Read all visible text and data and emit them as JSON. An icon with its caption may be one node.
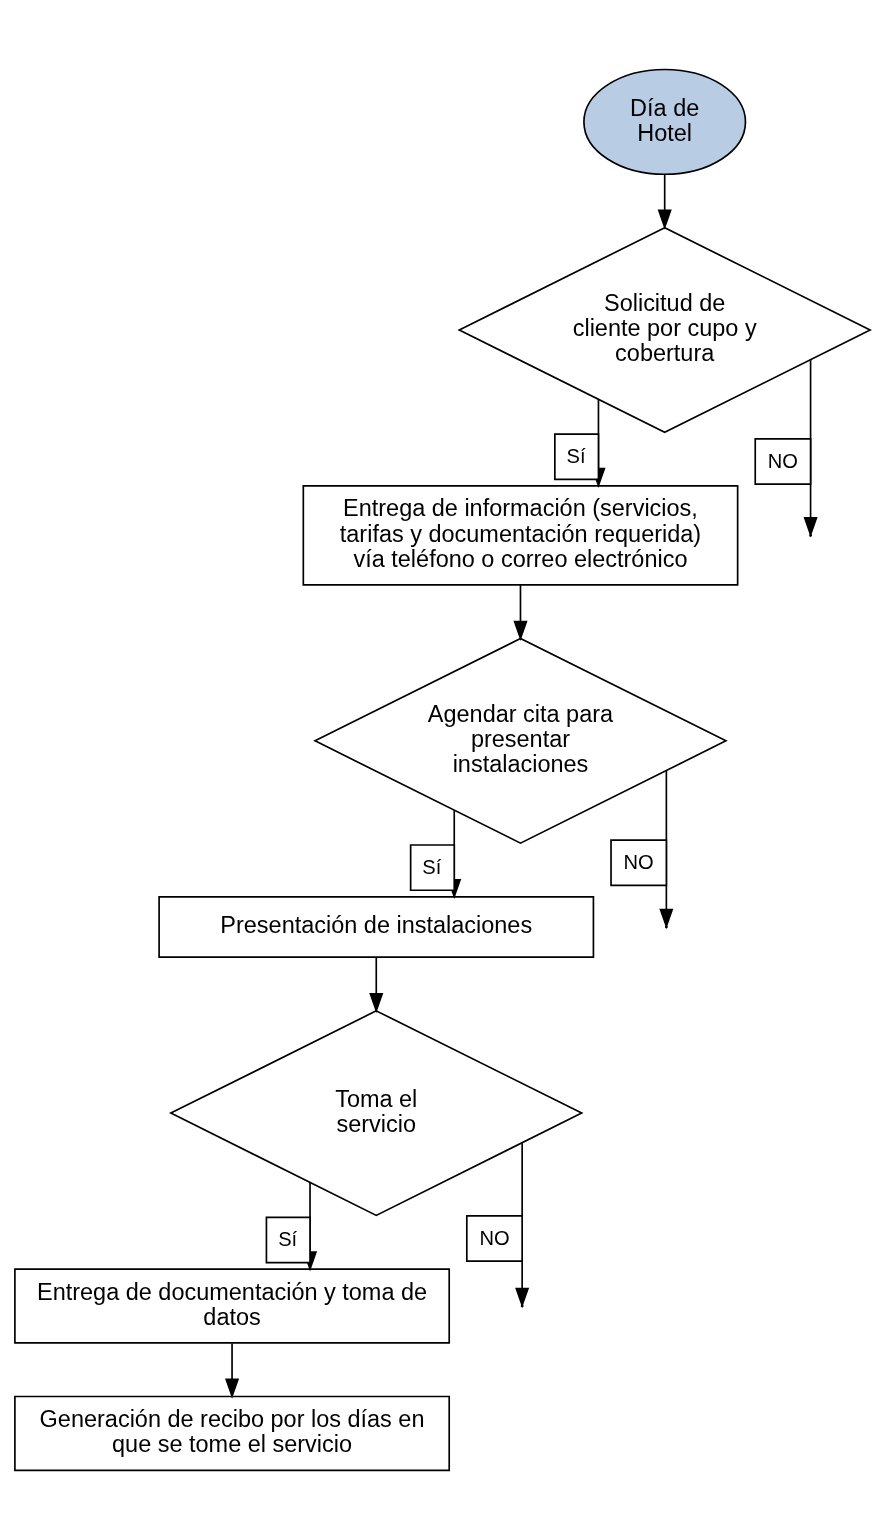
{
  "diagram": {
    "nodes": [
      {
        "text": [
          "Día de Hotel"
        ]
      },
      {
        "text": [
          "Solicitud de cliente por cupo y cobertura"
        ]
      },
      {
        "text": [
          "Entrega de información (servicios, tarifas y documentación requerida) vía teléfono o correo electrónico"
        ]
      },
      {
        "text": [
          "Agendar cita para presentar instalaciones"
        ]
      },
      {
        "text": [
          "Presentación de instalaciones"
        ]
      },
      {
        "text": [
          "Toma el servicio"
        ]
      },
      {
        "text": [
          "Entrega de documentación y toma de datos"
        ]
      },
      {
        "text": [
          "Generación de recibo por los días en que se tome el servicio"
        ]
      }
    ],
    "edges": [
      {
        "from": 0,
        "to": 1,
        "arrow": "to"
      },
      {
        "from": 1,
        "to": 2,
        "arrow": "to",
        "label": "Sí"
      },
      {
        "from": 2,
        "to": 3,
        "arrow": "to"
      },
      {
        "from": 3,
        "to": 4,
        "arrow": "to",
        "label": "Sí"
      },
      {
        "from": 4,
        "to": 5,
        "arrow": "to"
      },
      {
        "from": 5,
        "to": 6,
        "arrow": "to",
        "label": "Sí"
      },
      {
        "from": 6,
        "to": 7,
        "arrow": "to"
      },
      {
        "from": 1,
        "to": null,
        "arrow": "to",
        "label": "NO"
      },
      {
        "from": 3,
        "to": null,
        "arrow": "to",
        "label": "NO"
      },
      {
        "from": 5,
        "to": null,
        "arrow": "to",
        "label": "NO"
      }
    ]
  }
}
